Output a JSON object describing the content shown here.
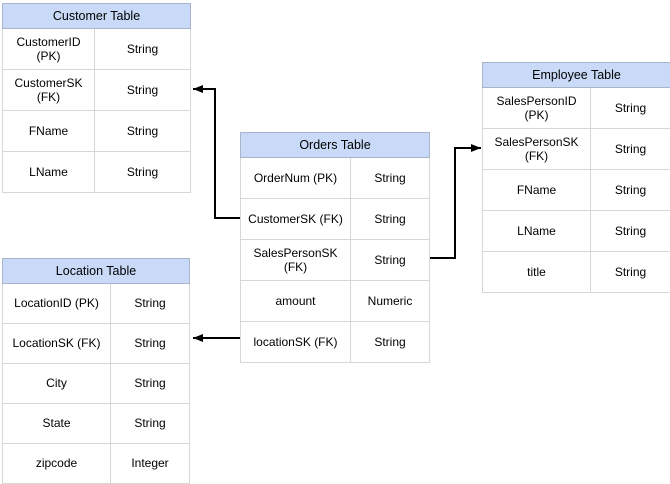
{
  "palette": {
    "canvas_bg": "#ffffff",
    "header_fill": "#c9daf8",
    "header_border": "#a9b4c9",
    "cell_border": "#d7d7d7",
    "text_color": "#000000",
    "arrow_color": "#000000"
  },
  "tables": {
    "customer": {
      "title": "Customer Table",
      "rows": [
        {
          "field": "CustomerID (PK)",
          "type": "String"
        },
        {
          "field": "CustomerSK\n(FK)",
          "type": "String"
        },
        {
          "field": "FName",
          "type": "String"
        },
        {
          "field": "LName",
          "type": "String"
        }
      ]
    },
    "orders": {
      "title": "Orders Table",
      "rows": [
        {
          "field": "OrderNum (PK)",
          "type": "String"
        },
        {
          "field": "CustomerSK (FK)",
          "type": "String"
        },
        {
          "field": "SalesPersonSK\n(FK)",
          "type": "String"
        },
        {
          "field": "amount",
          "type": "Numeric"
        },
        {
          "field": "locationSK (FK)",
          "type": "String"
        }
      ]
    },
    "employee": {
      "title": "Employee Table",
      "rows": [
        {
          "field": "SalesPersonID (PK)",
          "type": "String"
        },
        {
          "field": "SalesPersonSK\n(FK)",
          "type": "String"
        },
        {
          "field": "FName",
          "type": "String"
        },
        {
          "field": "LName",
          "type": "String"
        },
        {
          "field": "title",
          "type": "String"
        }
      ]
    },
    "location": {
      "title": "Location Table",
      "rows": [
        {
          "field": "LocationID (PK)",
          "type": "String"
        },
        {
          "field": "LocationSK (FK)",
          "type": "String"
        },
        {
          "field": "City",
          "type": "String"
        },
        {
          "field": "State",
          "type": "String"
        },
        {
          "field": "zipcode",
          "type": "Integer"
        }
      ]
    }
  },
  "connectors": [
    {
      "from": "Orders Table: CustomerSK (FK)",
      "to": "Customer Table: CustomerSK (FK)"
    },
    {
      "from": "Orders Table: SalesPersonSK (FK)",
      "to": "Employee Table: SalesPersonSK (FK)"
    },
    {
      "from": "Orders Table: locationSK (FK)",
      "to": "Location Table: LocationSK (FK)"
    }
  ]
}
